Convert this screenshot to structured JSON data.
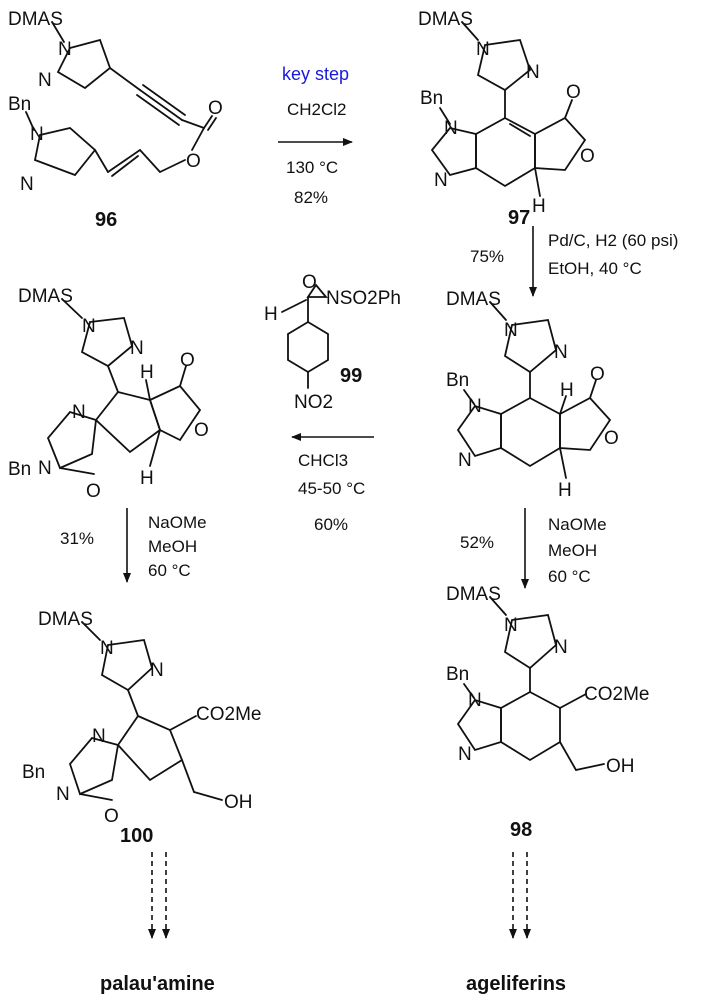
{
  "compounds": {
    "c96": "96",
    "c97": "97",
    "c99": "99",
    "c100": "100",
    "c98": "98"
  },
  "atoms": {
    "dmas": "DMAS",
    "bn": "Bn",
    "n": "N",
    "o": "O",
    "h": "H",
    "oh": "OH",
    "co2me": "CO2Me",
    "no2": "NO2",
    "nso2ph": "NSO2Ph"
  },
  "steps": {
    "step1": {
      "keystep": "key step",
      "solvent": "CH2Cl2",
      "temp": "130 °C",
      "yield": "82%"
    },
    "step2": {
      "reagent": "Pd/C, H2 (60 psi)",
      "solvent": "EtOH, 40 °C",
      "yield": "75%"
    },
    "step3": {
      "solvent": "CHCl3",
      "temp": "45-50 °C",
      "yield": "60%"
    },
    "step4": {
      "reagent": "NaOMe",
      "solvent": "MeOH",
      "temp": "60 °C",
      "yield": "31%"
    },
    "step5": {
      "reagent": "NaOMe",
      "solvent": "MeOH",
      "temp": "60 °C",
      "yield": "52%"
    }
  },
  "targets": {
    "left": "palau'amine",
    "right": "ageliferins"
  }
}
